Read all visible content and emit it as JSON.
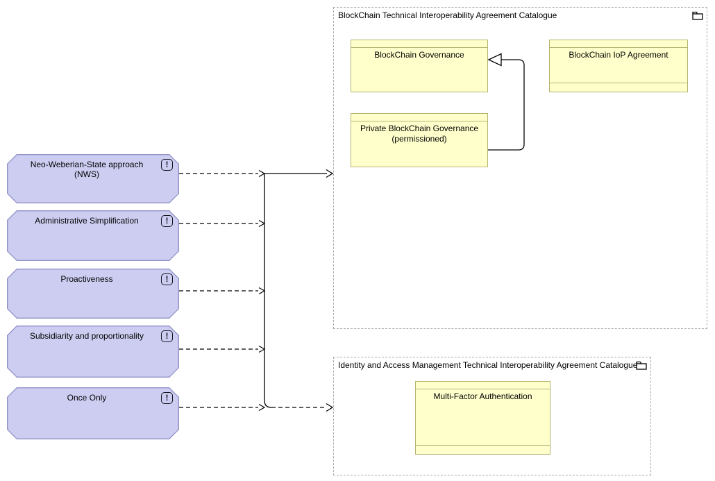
{
  "diagram": {
    "principles": [
      {
        "type": "principle",
        "label": "Neo-Weberian-State approach (NWS)"
      },
      {
        "type": "principle",
        "label": "Administrative Simplification"
      },
      {
        "type": "principle",
        "label": "Proactiveness"
      },
      {
        "type": "principle",
        "label": "Subsidiarity and proportionality"
      },
      {
        "type": "principle",
        "label": "Once Only"
      }
    ],
    "principle_icon_glyph": "!",
    "catalogues": [
      {
        "title": "BlockChain Technical Interoperability Agreement Catalogue",
        "icon": "folder-icon",
        "elements": [
          {
            "type": "business-object",
            "label": "BlockChain Governance"
          },
          {
            "type": "contract",
            "label": "BlockChain IoP Agreement"
          },
          {
            "type": "business-object",
            "label": "Private BlockChain Governance (permissioned)"
          }
        ]
      },
      {
        "title": "Identity and Access Management Technical Interoperability Agreement Catalogue",
        "icon": "folder-icon",
        "elements": [
          {
            "type": "contract",
            "label": "Multi-Factor Authentication"
          }
        ]
      }
    ],
    "relationships": [
      {
        "from": "Neo-Weberian-State approach (NWS)",
        "to": "junction",
        "style": "dashed-open-arrow"
      },
      {
        "from": "Administrative Simplification",
        "to": "junction",
        "style": "dashed-open-arrow"
      },
      {
        "from": "Proactiveness",
        "to": "junction",
        "style": "dashed-open-arrow"
      },
      {
        "from": "Subsidiarity and proportionality",
        "to": "junction",
        "style": "dashed-open-arrow"
      },
      {
        "from": "Once Only",
        "to": "junction",
        "style": "dashed-open-arrow"
      },
      {
        "from": "junction",
        "to": "BlockChain Technical Interoperability Agreement Catalogue",
        "style": "solid-open-arrow"
      },
      {
        "from": "junction",
        "to": "Identity and Access Management Technical Interoperability Agreement Catalogue",
        "style": "dashed-open-arrow"
      },
      {
        "from": "Private BlockChain Governance (permissioned)",
        "to": "BlockChain Governance",
        "style": "specialization-hollow-triangle"
      }
    ],
    "colors": {
      "principle_fill": "#cdcdf2",
      "principle_border": "#8f91c6",
      "object_fill": "#ffffcc",
      "object_border": "#b3b370",
      "group_border": "#a9a9a9",
      "connector": "#000000"
    }
  }
}
